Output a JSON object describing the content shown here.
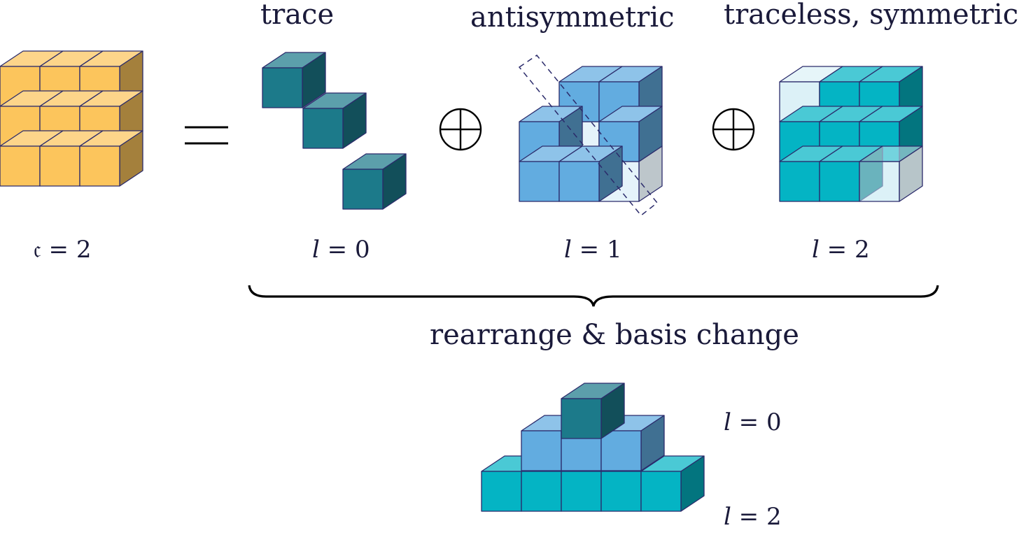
{
  "titles": {
    "trace": "trace",
    "antisymmetric": "antisymmetric",
    "symmetric": "traceless, symmetric"
  },
  "labels": {
    "c_lhs": "𝔠",
    "c_eq": " = 2",
    "l0": "l",
    "l0_rest": " = 0",
    "l1": "l",
    "l1_rest": " = 1",
    "l2": "l",
    "l2_rest": " = 2",
    "bottom_l0": "l",
    "bottom_l0_rest": " = 0",
    "bottom_l2": "l",
    "bottom_l2_rest": " = 2"
  },
  "caption": "rearrange & basis change",
  "colors": {
    "input": "#fcc55c",
    "trace": "#1c7a8a",
    "antisymmetric": "#62ace0",
    "symmetric": "#04b4c4",
    "edge": "#2b2b6b"
  },
  "icons": {
    "equals": "equals-sign",
    "direct_sum": "circled-plus"
  }
}
